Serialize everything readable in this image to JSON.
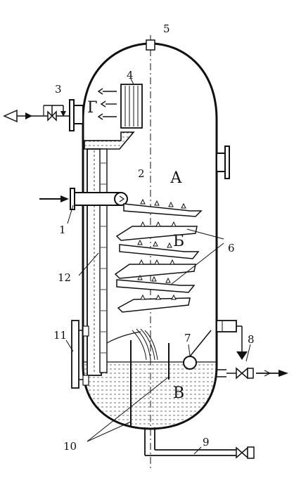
{
  "labels": {
    "n1": "1",
    "n2": "2",
    "n3": "3",
    "n4": "4",
    "n5": "5",
    "n6": "6",
    "n7": "7",
    "n8": "8",
    "n9": "9",
    "n10": "10",
    "n11": "11",
    "n12": "12",
    "zoneA": "А",
    "zoneB": "Б",
    "zoneV": "В",
    "zoneG": "Г"
  },
  "colors": {
    "ink": "#111111",
    "paper": "#ffffff"
  }
}
